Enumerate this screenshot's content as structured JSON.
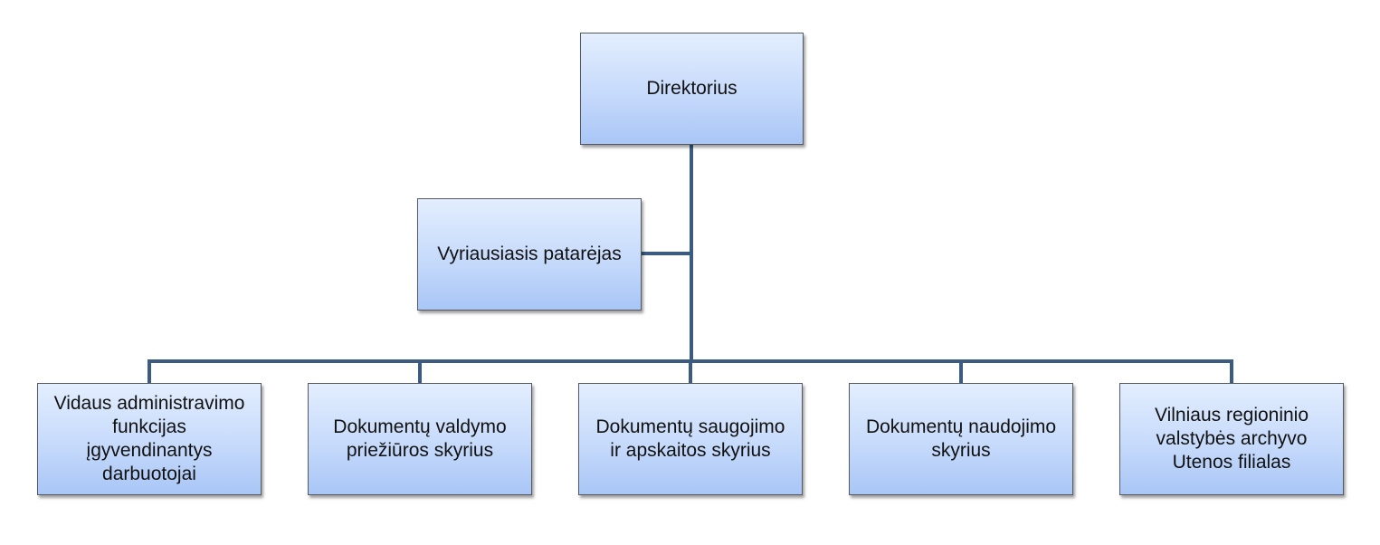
{
  "org_chart": {
    "director": "Direktorius",
    "advisor": "Vyriausiasis patarėjas",
    "departments": [
      "Vidaus administravimo\nfunkcijas\nįgyvendinantys\ndarbuotojai",
      "Dokumentų valdymo\npriežiūros  skyrius",
      "Dokumentų saugojimo\nir apskaitos skyrius",
      "Dokumentų naudojimo\nskyrius",
      "Vilniaus regioninio\nvalstybės archyvo\nUtenos filialas"
    ],
    "colors": {
      "connector": "#3b5b80",
      "box_border": "#555a62",
      "box_fill_top": "#e3eefe",
      "box_fill_bottom": "#a9c6f6",
      "text": "#111111"
    }
  }
}
